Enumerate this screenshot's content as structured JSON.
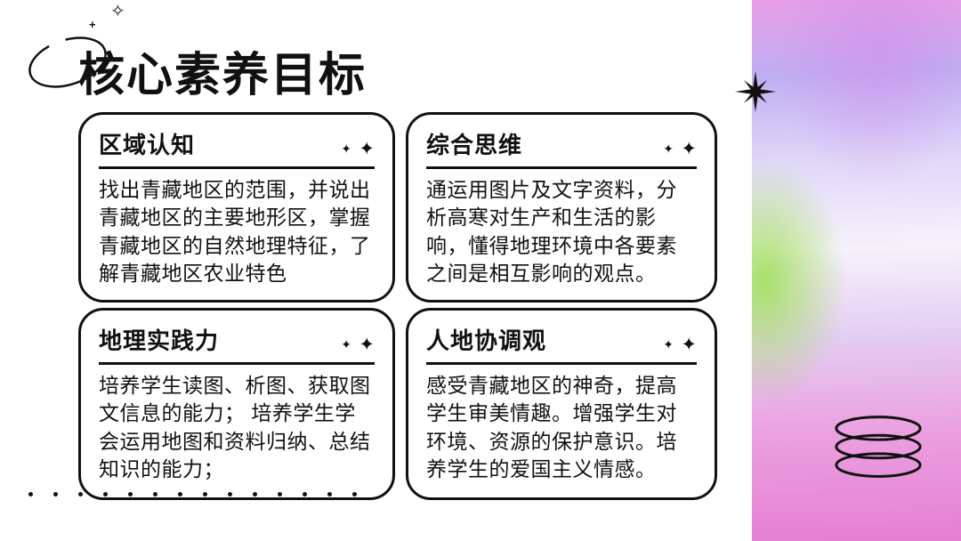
{
  "slide": {
    "title": "核心素养目标",
    "decor": {
      "star": "✦",
      "star_outline": "✧",
      "plus": "+"
    },
    "colors": {
      "ink": "#111111",
      "gradient_top": "#e79fe7",
      "gradient_purple": "#bfaef2",
      "gradient_green": "#a3e05f",
      "gradient_bottom": "#e57fd2"
    },
    "cards": [
      {
        "heading": "区域认知",
        "body": "找出青藏地区的范围，并说出青藏地区的主要地形区，掌握青藏地区的自然地理特征，了解青藏地区农业特色"
      },
      {
        "heading": "综合思维",
        "body": "通运用图片及文字资料，分析高寒对生产和生活的影响，懂得地理环境中各要素之间是相互影响的观点。"
      },
      {
        "heading": "地理实践力",
        "body": "培养学生读图、析图、获取图文信息的能力； 培养学生学会运用地图和资料归纳、总结知识的能力；"
      },
      {
        "heading": "人地协调观",
        "body": "感受青藏地区的神奇，提高学生审美情趣。增强学生对环境、资源的保护意识。培养学生的爱国主义情感。"
      }
    ]
  }
}
